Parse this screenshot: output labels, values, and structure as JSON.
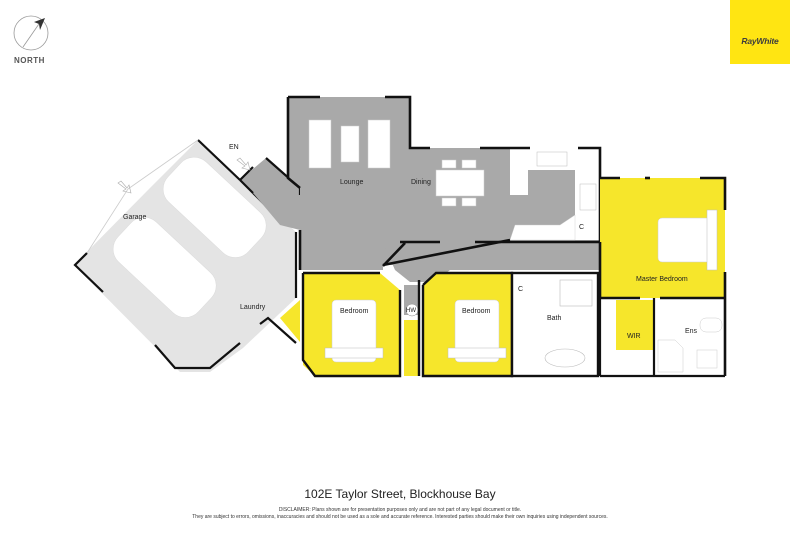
{
  "compass": {
    "label": "NORTH",
    "icon": "north-arrow-icon"
  },
  "brand": {
    "name": "RayWhite",
    "color": "#ffe512",
    "text_color": "#3d3d3d"
  },
  "colors": {
    "bedroom_fill": "#f6e62b",
    "living_fill": "#a9a9a9",
    "garage_fill": "#e4e4e4",
    "wet_fill": "#ffffff",
    "wall": "#111111"
  },
  "rooms": {
    "entry": "EN",
    "garage": "Garage",
    "laundry": "Laundry",
    "lounge": "Lounge",
    "dining": "Dining",
    "kitchen_cupboard": "C",
    "bedroom_1": "Bedroom",
    "hot_water": "HW",
    "bedroom_2": "Bedroom",
    "hall_cupboard": "C",
    "bath": "Bath",
    "master_bedroom": "Master Bedroom",
    "wir": "WIR",
    "ensuite": "Ens"
  },
  "footer": {
    "address": "102E Taylor Street, Blockhouse Bay",
    "disclaimer_line1": "DISCLAIMER: Plans shown are for presentation purposes only and are not part of any legal document or title.",
    "disclaimer_line2": "They are subject to errors, omissions, inaccuracies and should not be used as a sole and accurate reference. Interested parties should make their own inquiries using independent sources."
  }
}
